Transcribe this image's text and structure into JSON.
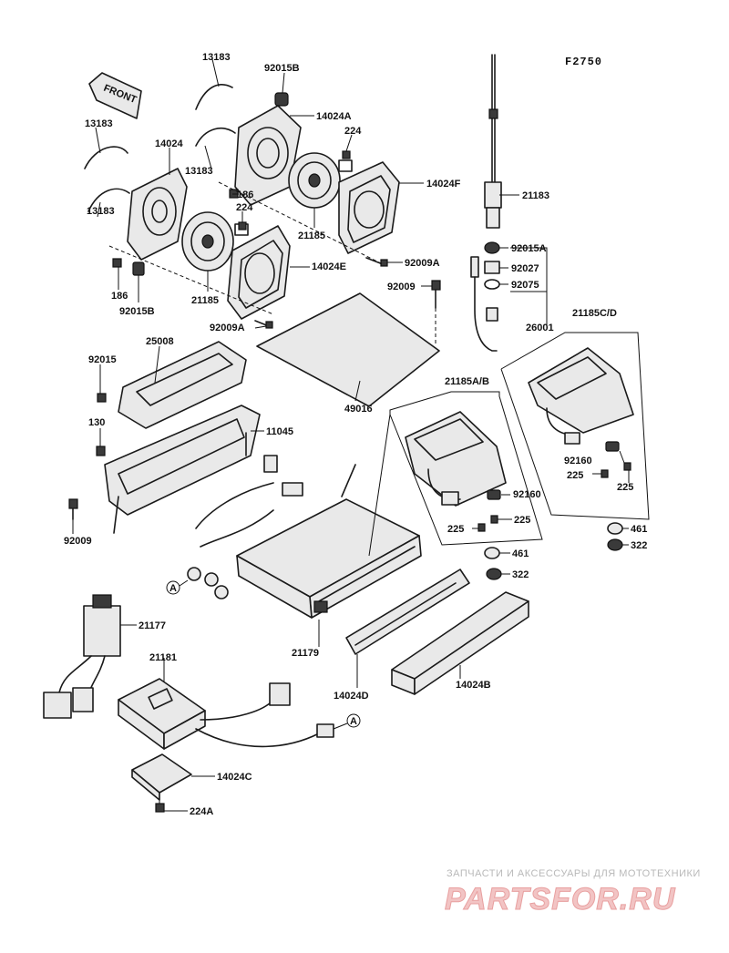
{
  "figure_code": "F2750",
  "front_label": "FRONT",
  "callout_a": "A",
  "labels": {
    "l13183a": "13183",
    "l92015b_top": "92015B",
    "l14024a": "14024A",
    "l13183b": "13183",
    "l14024_left": "14024",
    "l224_top": "224",
    "l13183c": "13183",
    "l186_mid": "186",
    "l224_mid": "224",
    "l14024f": "14024F",
    "l13183d": "13183",
    "l21185_right": "21185",
    "l92009a_right": "92009A",
    "l14024e": "14024E",
    "l186_left": "186",
    "l92015b_bot": "92015B",
    "l21185_left": "21185",
    "l92009a_bot": "92009A",
    "l21183": "21183",
    "l92015a": "92015A",
    "l92027": "92027",
    "l92075": "92075",
    "l92009": "92009",
    "l26001": "26001",
    "l21185cd": "21185C/D",
    "l25008": "25008",
    "l92015": "92015",
    "l49016": "49016",
    "l21185ab": "21185A/B",
    "l130": "130",
    "l11045": "11045",
    "l92160_right": "92160",
    "l225_r1": "225",
    "l225_r2": "225",
    "l92160_mid": "92160",
    "l225_m1": "225",
    "l225_m2": "225",
    "l461_right": "461",
    "l322_right": "322",
    "l92009_left": "92009",
    "l461_mid": "461",
    "l322_mid": "322",
    "l21177": "21177",
    "l21179": "21179",
    "l21181": "21181",
    "l14024d": "14024D",
    "l14024b": "14024B",
    "l14024c": "14024C",
    "l224a": "224A"
  },
  "watermark": {
    "line1": "ЗАПЧАСТИ И АКСЕССУАРЫ ДЛЯ МОТОТЕХНИКИ",
    "line2": "PARTSFOR.RU"
  }
}
